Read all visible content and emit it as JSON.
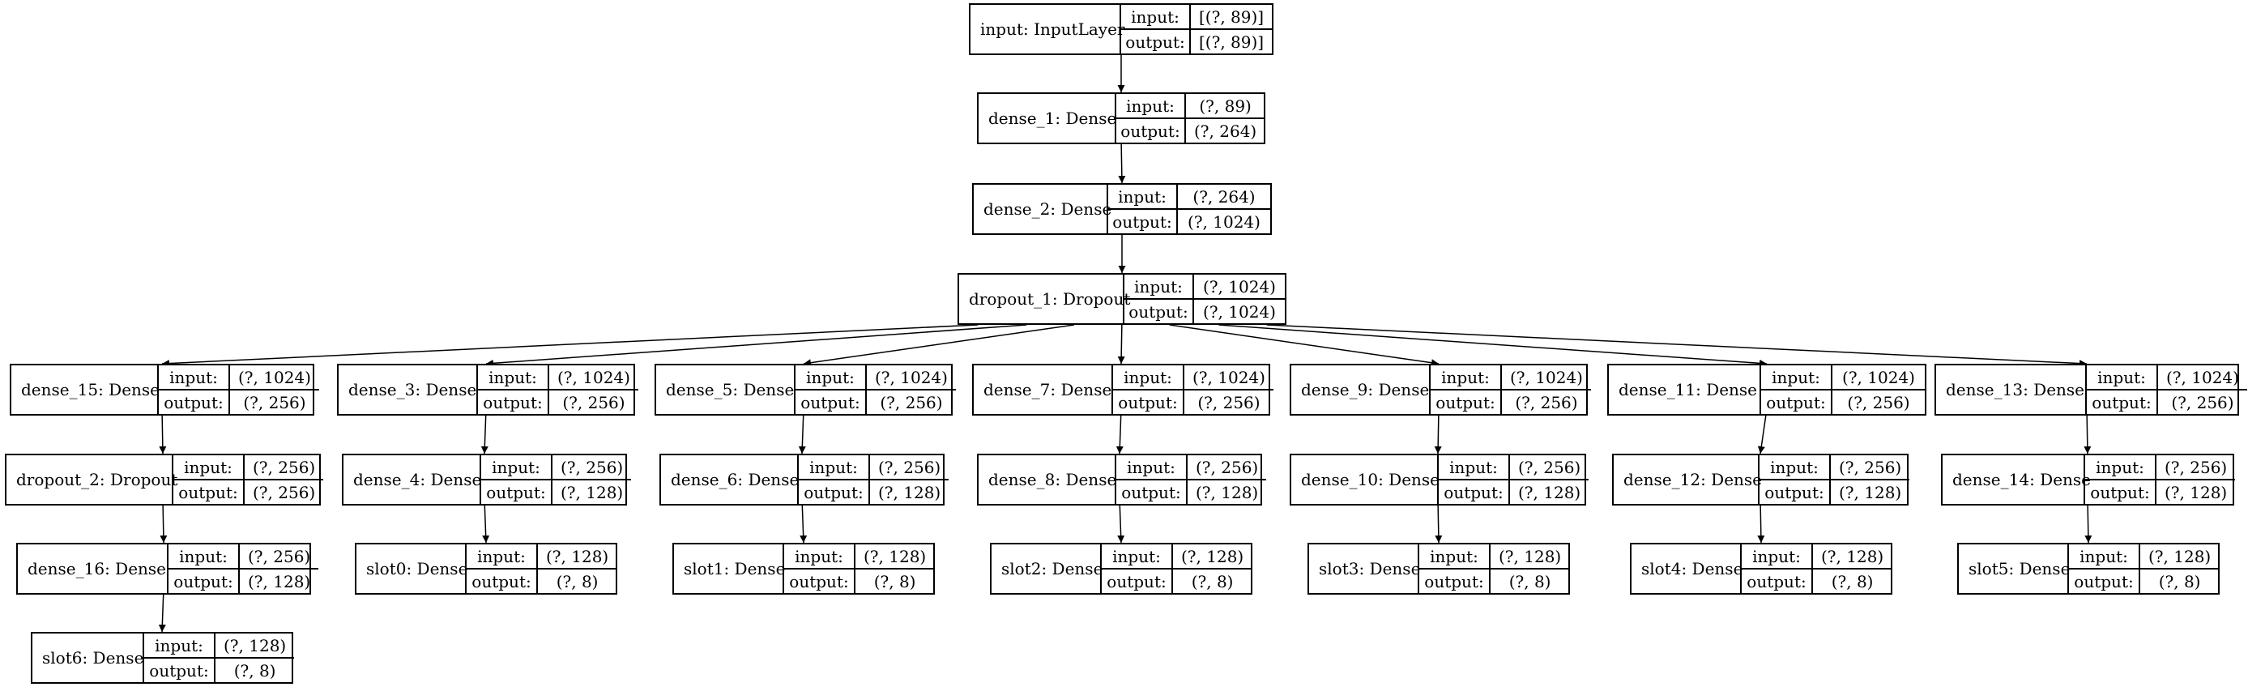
{
  "labels": {
    "input_key": "input:",
    "output_key": "output:"
  },
  "nodes": [
    {
      "id": "input",
      "name": "input: InputLayer",
      "input": "[(?, 89)]",
      "output": "[(?, 89)]"
    },
    {
      "id": "dense_1",
      "name": "dense_1: Dense",
      "input": "(?, 89)",
      "output": "(?, 264)"
    },
    {
      "id": "dense_2",
      "name": "dense_2: Dense",
      "input": "(?, 264)",
      "output": "(?, 1024)"
    },
    {
      "id": "dropout_1",
      "name": "dropout_1: Dropout",
      "input": "(?, 1024)",
      "output": "(?, 1024)"
    },
    {
      "id": "dense_15",
      "name": "dense_15: Dense",
      "input": "(?, 1024)",
      "output": "(?, 256)"
    },
    {
      "id": "dense_3",
      "name": "dense_3: Dense",
      "input": "(?, 1024)",
      "output": "(?, 256)"
    },
    {
      "id": "dense_5",
      "name": "dense_5: Dense",
      "input": "(?, 1024)",
      "output": "(?, 256)"
    },
    {
      "id": "dense_7",
      "name": "dense_7: Dense",
      "input": "(?, 1024)",
      "output": "(?, 256)"
    },
    {
      "id": "dense_9",
      "name": "dense_9: Dense",
      "input": "(?, 1024)",
      "output": "(?, 256)"
    },
    {
      "id": "dense_11",
      "name": "dense_11: Dense",
      "input": "(?, 1024)",
      "output": "(?, 256)"
    },
    {
      "id": "dense_13",
      "name": "dense_13: Dense",
      "input": "(?, 1024)",
      "output": "(?, 256)"
    },
    {
      "id": "dropout_2",
      "name": "dropout_2: Dropout",
      "input": "(?, 256)",
      "output": "(?, 256)"
    },
    {
      "id": "dense_4",
      "name": "dense_4: Dense",
      "input": "(?, 256)",
      "output": "(?, 128)"
    },
    {
      "id": "dense_6",
      "name": "dense_6: Dense",
      "input": "(?, 256)",
      "output": "(?, 128)"
    },
    {
      "id": "dense_8",
      "name": "dense_8: Dense",
      "input": "(?, 256)",
      "output": "(?, 128)"
    },
    {
      "id": "dense_10",
      "name": "dense_10: Dense",
      "input": "(?, 256)",
      "output": "(?, 128)"
    },
    {
      "id": "dense_12",
      "name": "dense_12: Dense",
      "input": "(?, 256)",
      "output": "(?, 128)"
    },
    {
      "id": "dense_14",
      "name": "dense_14: Dense",
      "input": "(?, 256)",
      "output": "(?, 128)"
    },
    {
      "id": "dense_16",
      "name": "dense_16: Dense",
      "input": "(?, 256)",
      "output": "(?, 128)"
    },
    {
      "id": "slot0",
      "name": "slot0: Dense",
      "input": "(?, 128)",
      "output": "(?, 8)"
    },
    {
      "id": "slot1",
      "name": "slot1: Dense",
      "input": "(?, 128)",
      "output": "(?, 8)"
    },
    {
      "id": "slot2",
      "name": "slot2: Dense",
      "input": "(?, 128)",
      "output": "(?, 8)"
    },
    {
      "id": "slot3",
      "name": "slot3: Dense",
      "input": "(?, 128)",
      "output": "(?, 8)"
    },
    {
      "id": "slot4",
      "name": "slot4: Dense",
      "input": "(?, 128)",
      "output": "(?, 8)"
    },
    {
      "id": "slot5",
      "name": "slot5: Dense",
      "input": "(?, 128)",
      "output": "(?, 8)"
    },
    {
      "id": "slot6",
      "name": "slot6: Dense",
      "input": "(?, 128)",
      "output": "(?, 8)"
    }
  ],
  "edges": [
    [
      "input",
      "dense_1"
    ],
    [
      "dense_1",
      "dense_2"
    ],
    [
      "dense_2",
      "dropout_1"
    ],
    [
      "dropout_1",
      "dense_15"
    ],
    [
      "dropout_1",
      "dense_3"
    ],
    [
      "dropout_1",
      "dense_5"
    ],
    [
      "dropout_1",
      "dense_7"
    ],
    [
      "dropout_1",
      "dense_9"
    ],
    [
      "dropout_1",
      "dense_11"
    ],
    [
      "dropout_1",
      "dense_13"
    ],
    [
      "dense_15",
      "dropout_2"
    ],
    [
      "dropout_2",
      "dense_16"
    ],
    [
      "dense_16",
      "slot6"
    ],
    [
      "dense_3",
      "dense_4"
    ],
    [
      "dense_4",
      "slot0"
    ],
    [
      "dense_5",
      "dense_6"
    ],
    [
      "dense_6",
      "slot1"
    ],
    [
      "dense_7",
      "dense_8"
    ],
    [
      "dense_8",
      "slot2"
    ],
    [
      "dense_9",
      "dense_10"
    ],
    [
      "dense_10",
      "slot3"
    ],
    [
      "dense_11",
      "dense_12"
    ],
    [
      "dense_12",
      "slot4"
    ],
    [
      "dense_13",
      "dense_14"
    ],
    [
      "dense_14",
      "slot5"
    ]
  ]
}
